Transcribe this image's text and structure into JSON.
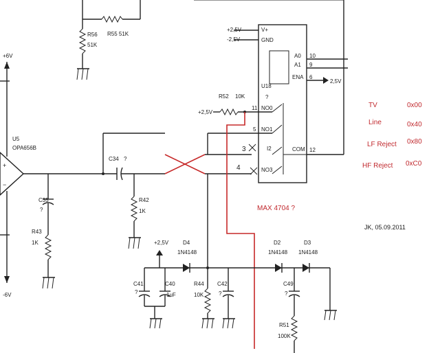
{
  "labels": {
    "r56": "R56",
    "r56v": "51K",
    "r55": "R55 51K",
    "plus6v": "+6V",
    "minus6v": "-6V",
    "u5": "U5",
    "u5part": "OPA656B",
    "c35": "C35",
    "c35v": "?",
    "r43": "R43",
    "r43v": "1K",
    "c34": "C34",
    "c34v": "?",
    "r42": "R42",
    "r42v": "1K",
    "vplus_supply": "+2,5V",
    "vplus_pin": "V+",
    "vminus_supply": "-2,5V",
    "gnd_pin": "GND",
    "a0": "A0",
    "a0n": "10",
    "a1": "A1",
    "a1n": "9",
    "ena": "ENA",
    "enan": "6",
    "ena_supply": "2,5V",
    "u18": "U18",
    "u18q": "?",
    "r52": "R52",
    "r52v": "10K",
    "r52_supply": "+2,5V",
    "no0": "NO0",
    "no0n": "11",
    "no1": "NO1",
    "no1n": "5",
    "no2": "I2",
    "no2n": "3",
    "no3": "NO3",
    "no3n": "4",
    "com": "COM",
    "comn": "12",
    "max_label": "MAX 4704 ?",
    "d4": "D4",
    "d4p": "1N4148",
    "d2": "D2",
    "d2p": "1N4148",
    "d3": "D3",
    "d3p": "1N4148",
    "c41": "C41",
    "c41v": "?",
    "c40": "C40",
    "c40v": "1uF",
    "c40s": "+2,5V",
    "r44": "R44",
    "r44v": "10K",
    "c42": "C42",
    "c42v": "?",
    "c49": "C49",
    "c49v": "?",
    "r51": "R51",
    "r51v": "100K",
    "mark3": "3",
    "mark4": "4"
  },
  "modes": [
    {
      "name": "TV",
      "code": "0x00"
    },
    {
      "name": "Line",
      "code": "0x40"
    },
    {
      "name": "LF Reject",
      "code": "0x80"
    },
    {
      "name": "HF Reject",
      "code": "0xC0"
    }
  ],
  "signature": "JK, 05.09.2011"
}
